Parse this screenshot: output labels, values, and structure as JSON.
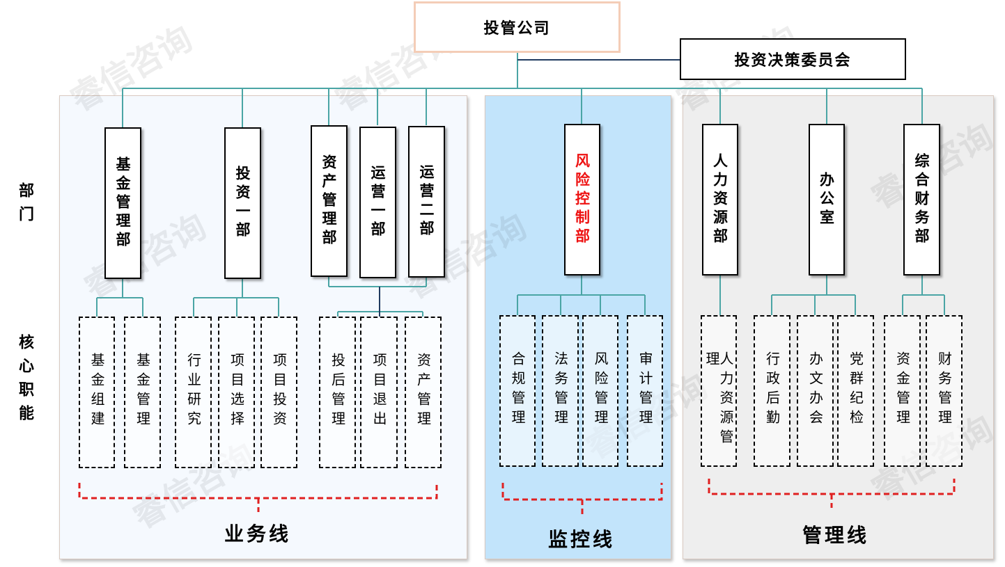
{
  "top": {
    "company": "投管公司",
    "committee": "投资决策委员会"
  },
  "side_labels": {
    "departments": "部门",
    "core_functions": "核心职能"
  },
  "watermark": "睿信咨询",
  "colors": {
    "connector": "#4aa5a5",
    "bracket": "#e02020",
    "business_bg": "#f5f9fe",
    "monitor_bg": "#c2e4fb",
    "management_bg": "#eeeeee",
    "highlight_text": "#ee1111"
  },
  "departments": [
    {
      "name": "基金管理部",
      "line": "business"
    },
    {
      "name": "投资一部",
      "line": "business"
    },
    {
      "name": "资产管理部",
      "line": "business"
    },
    {
      "name": "运营一部",
      "line": "business"
    },
    {
      "name": "运营二部",
      "line": "business"
    },
    {
      "name": "风险控制部",
      "line": "monitoring",
      "highlight": true
    },
    {
      "name": "人力资源部",
      "line": "management"
    },
    {
      "name": "办公室",
      "line": "management"
    },
    {
      "name": "综合财务部",
      "line": "management"
    }
  ],
  "functions": [
    "基金组建",
    "基金管理",
    "行业研究",
    "项目选择",
    "项目投资",
    "投后管理",
    "项目退出",
    "资产管理",
    "合规管理",
    "法务管理",
    "风险管理",
    "审计管理",
    "人力资源管理",
    "行政后勤",
    "办文办会",
    "党群纪检",
    "资金管理",
    "财务管理"
  ],
  "lines": {
    "business": "业务线",
    "monitoring": "监控线",
    "management": "管理线"
  }
}
